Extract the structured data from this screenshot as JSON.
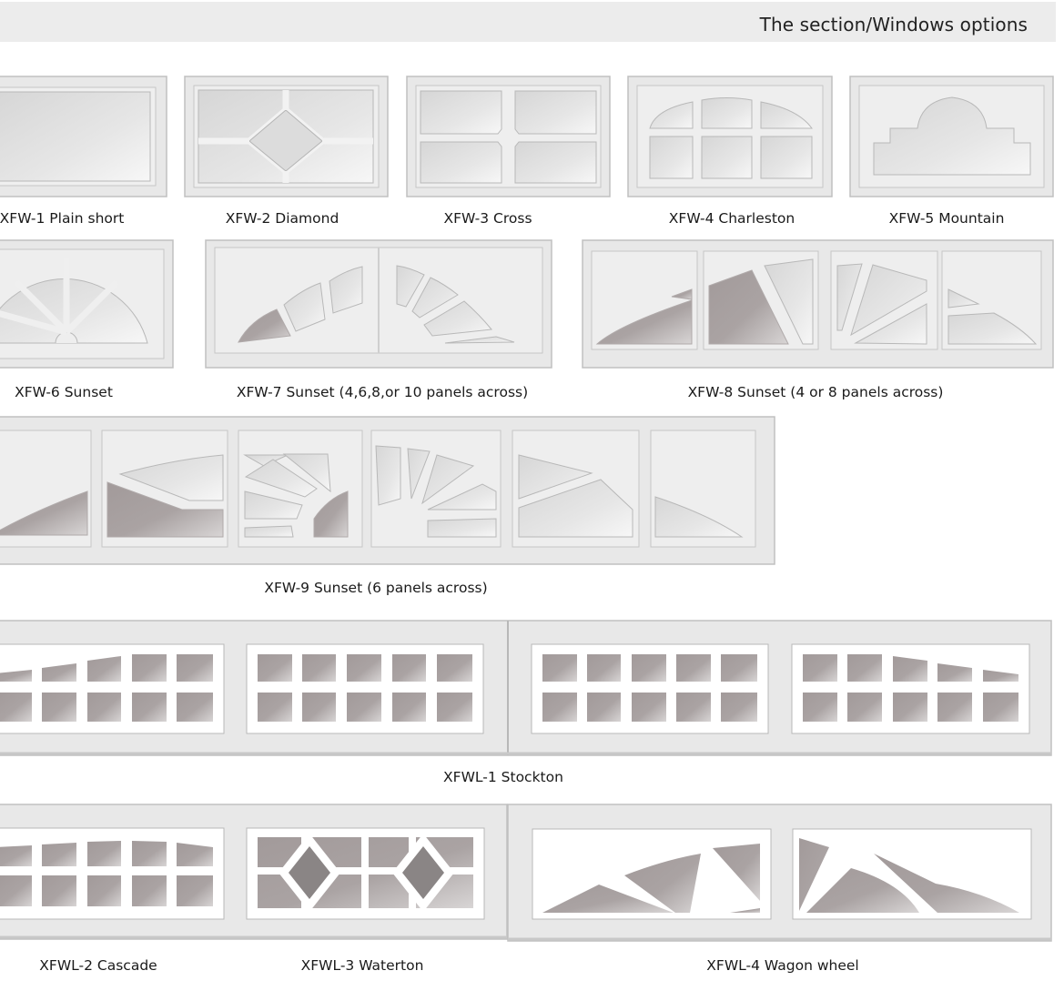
{
  "header": {
    "title": "The section/Windows options"
  },
  "windows": [
    {
      "id": "xfw1",
      "label": "XFW-1 Plain short"
    },
    {
      "id": "xfw2",
      "label": "XFW-2 Diamond"
    },
    {
      "id": "xfw3",
      "label": "XFW-3 Cross"
    },
    {
      "id": "xfw4",
      "label": "XFW-4 Charleston"
    },
    {
      "id": "xfw5",
      "label": "XFW-5 Mountain"
    },
    {
      "id": "xfw6",
      "label": "XFW-6 Sunset"
    },
    {
      "id": "xfw7",
      "label": "XFW-7 Sunset (4,6,8,or 10 panels across)"
    },
    {
      "id": "xfw8",
      "label": "XFW-8 Sunset (4 or 8 panels across)"
    },
    {
      "id": "xfw9",
      "label": "XFW-9 Sunset (6 panels across)"
    },
    {
      "id": "xfwl1",
      "label": "XFWL-1 Stockton"
    },
    {
      "id": "xfwl2",
      "label": "XFWL-2 Cascade"
    },
    {
      "id": "xfwl3",
      "label": "XFWL-3 Waterton"
    },
    {
      "id": "xfwl4",
      "label": "XFWL-4 Wagon wheel"
    }
  ],
  "colors": {
    "header_bg": "#ececec",
    "panel_bg": "#e7e7e7",
    "panel_border": "#bdbdbd",
    "glass_light": "#dedede",
    "glass_dark": "#a39b9b"
  }
}
